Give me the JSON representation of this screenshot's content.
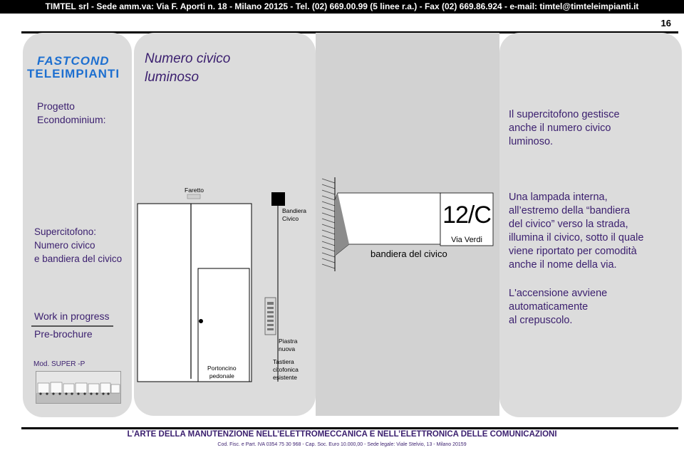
{
  "header": {
    "bar_text": "TIMTEL srl - Sede amm.va: Via F. Aporti n. 18 - Milano 20125 - Tel. (02) 669.00.99 (5 linee r.a.) - Fax (02) 669.86.924 - e-mail: timtel@timteleimpianti.it",
    "page_number": "16"
  },
  "logo": {
    "line1": "FASTCOND",
    "line2": "TELEIMPIANTI"
  },
  "title": {
    "line1": "Numero civico",
    "line2": "luminoso"
  },
  "project": {
    "line1": "Progetto",
    "line2": "Econdominium:"
  },
  "intro": {
    "line1": "Il supercitofono gestisce",
    "line2": "anche il numero civico",
    "line3": "luminoso."
  },
  "subject": {
    "line1": "Supercitofono:",
    "line2": "Numero civico",
    "line3": "e bandiera del civico"
  },
  "description": {
    "l1": "Una lampada interna,",
    "l2": "all’estremo della “bandiera",
    "l3": "del civico” verso la strada,",
    "l4": "illumina il civico, sotto il quale",
    "l5": "viene riportato per comodità",
    "l6": "anche il nome della via."
  },
  "activation": {
    "l1": "L'accensione avviene",
    "l2": "automaticamente",
    "l3": "al crepuscolo."
  },
  "status": {
    "work": "Work in progress",
    "pre": "Pre-brochure",
    "model": "Mod. SUPER -P"
  },
  "diagram": {
    "faretto": "Faretto",
    "bandiera_civico_1": "Bandiera",
    "bandiera_civico_2": "Civico",
    "piastra_1": "Piastra",
    "piastra_2": "nuova",
    "portoncino_1": "Portoncino",
    "portoncino_2": "pedonale",
    "tastiera_1": "Tastiera",
    "tastiera_2": "citofonica",
    "tastiera_3": "esistente",
    "sign_number": "12/C",
    "sign_street": "Via Verdi",
    "flag_label": "bandiera del civico"
  },
  "footer": {
    "tagline": "L’ARTE DELLA MANUTENZIONE NELL’ELETTROMECCANICA E NELL’ELETTRONICA DELLE COMUNICAZIONI",
    "legal": "Cod. Fisc. e Part. IVA 0354 75 30 968 - Cap. Soc. Euro 10.000,00 - Sede legale: Viale Stelvio, 13 - Milano 20159"
  },
  "colors": {
    "text_accent": "#3a1e6e",
    "logo_blue": "#1d6fd0",
    "panel_gray": "#dcdcdc"
  }
}
